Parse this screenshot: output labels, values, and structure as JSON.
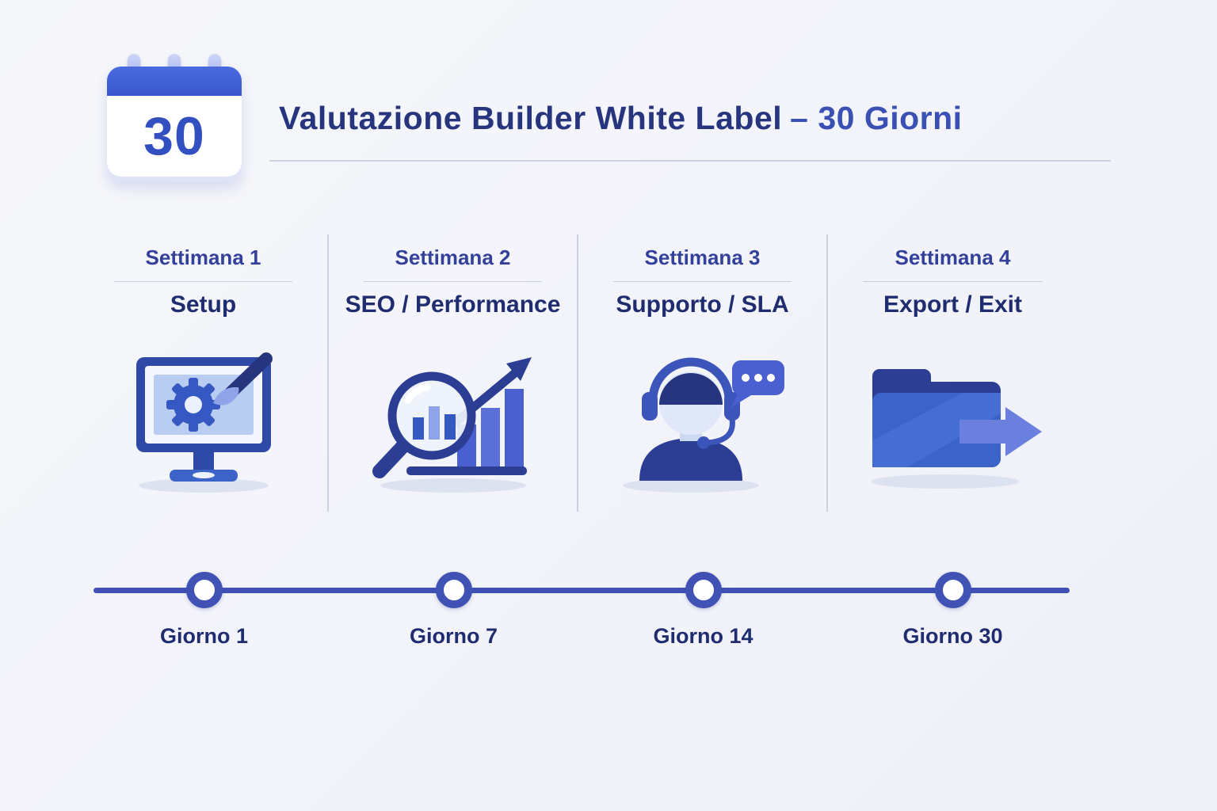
{
  "header": {
    "calendar_number": "30",
    "title": "Valutazione Builder White Label",
    "title_suffix": "– 30 Giorni"
  },
  "columns": [
    {
      "week": "Settimana 1",
      "label": "Setup",
      "icon": "setup-monitor-icon"
    },
    {
      "week": "Settimana 2",
      "label": "SEO / Performance",
      "icon": "seo-magnifier-chart-icon"
    },
    {
      "week": "Settimana 3",
      "label": "Supporto / SLA",
      "icon": "support-agent-icon"
    },
    {
      "week": "Settimana 4",
      "label": "Export / Exit",
      "icon": "folder-export-icon"
    }
  ],
  "timeline": {
    "milestones": [
      "Giorno 1",
      "Giorno 7",
      "Giorno 14",
      "Giorno 30"
    ]
  },
  "colors": {
    "background": "#f4f5f9",
    "title": "#27357e",
    "accent": "#3a50b5",
    "timeline_line": "#3f51b5",
    "node_ring": "#4152b5",
    "icon_dark_blue": "#2c3e94",
    "icon_mid_blue": "#3b63c8",
    "icon_light_blue": "#8fa3e8"
  }
}
